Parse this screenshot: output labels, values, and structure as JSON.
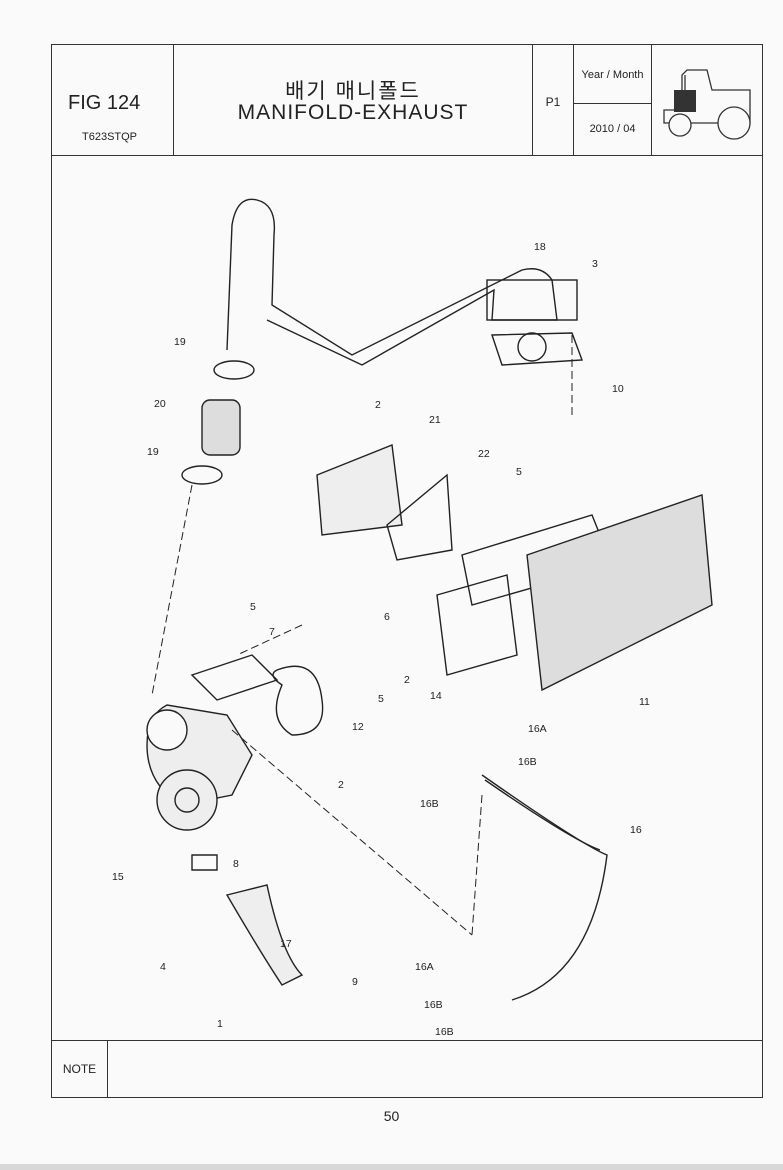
{
  "header": {
    "fig_number": "FIG 124",
    "model_code": "T623STQP",
    "title_korean": "배기 매니폴드",
    "title_english": "MANIFOLD-EXHAUST",
    "page_code": "P1",
    "year_month_label": "Year / Month",
    "year_month_value": "2010 / 04",
    "thumbnail_icon": "tractor-thumbnail-icon"
  },
  "diagram": {
    "callouts": [
      "18",
      "3",
      "10",
      "19",
      "20",
      "2",
      "21",
      "19",
      "22",
      "5",
      "5",
      "6",
      "7",
      "2",
      "5",
      "14",
      "11",
      "12",
      "16A",
      "16B",
      "2",
      "16B",
      "16",
      "15",
      "8",
      "17",
      "4",
      "16A",
      "9",
      "16B",
      "1",
      "16B"
    ]
  },
  "note": {
    "label": "NOTE",
    "text": ""
  },
  "footer": {
    "page_number": "50"
  }
}
